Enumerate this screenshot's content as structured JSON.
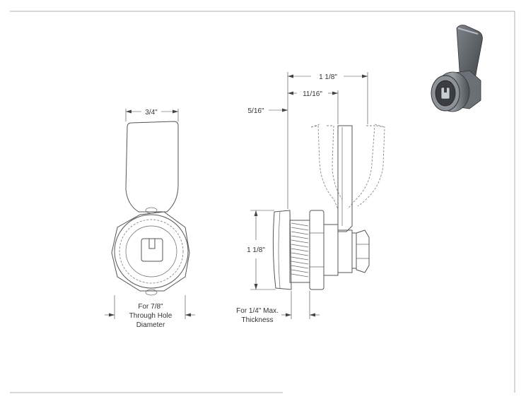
{
  "front_view": {
    "width_dim": "3/4\"",
    "hole_note": [
      "For 7/8\"",
      "Through Hole",
      "Diameter"
    ]
  },
  "side_view": {
    "overall_dim": "1 1/8\"",
    "cam_dim": "11/16\"",
    "offset_dim": "5/16\"",
    "height_dim": "1 1/8\"",
    "thickness_note": [
      "For 1/4\" Max.",
      "Thickness"
    ]
  },
  "colors": {
    "line": "#555555",
    "phantom": "#8a8a8a",
    "frame": "#999999",
    "metal_dark": "#4a4e52",
    "metal_light": "#9aa0a6"
  }
}
